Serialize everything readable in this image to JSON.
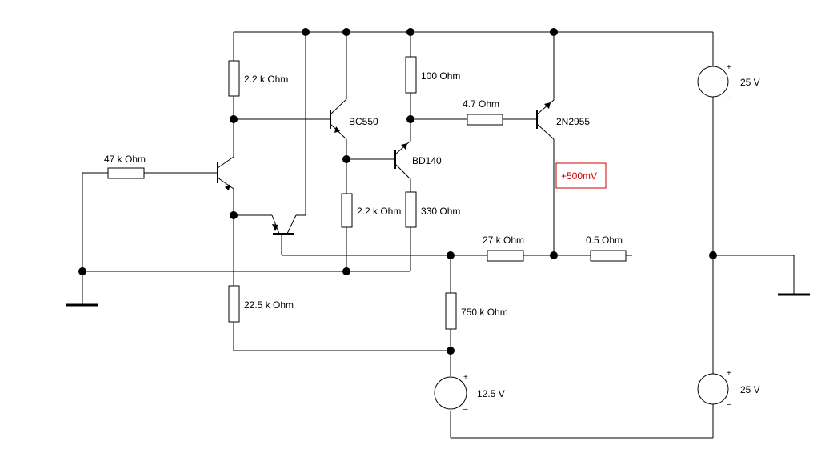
{
  "resistors": {
    "r1": "2.2 k Ohm",
    "r2": "47 k Ohm",
    "r3": "22.5 k Ohm",
    "r4": "100  Ohm",
    "r5": "4.7  Ohm",
    "r6": "2.2 k Ohm",
    "r7": "330  Ohm",
    "r8": "27 k Ohm",
    "r9": "0.5  Ohm",
    "r10": "750 k Ohm"
  },
  "transistors": {
    "q_bc550": "BC550",
    "q_bd140": "BD140",
    "q_2n2955": "2N2955"
  },
  "sources": {
    "v_top": "25 V",
    "v_bottom": "25 V",
    "v_bias": "12.5 V",
    "plus": "+",
    "minus": "–"
  },
  "probe": {
    "value": "+500mV",
    "color": "#d00000"
  }
}
